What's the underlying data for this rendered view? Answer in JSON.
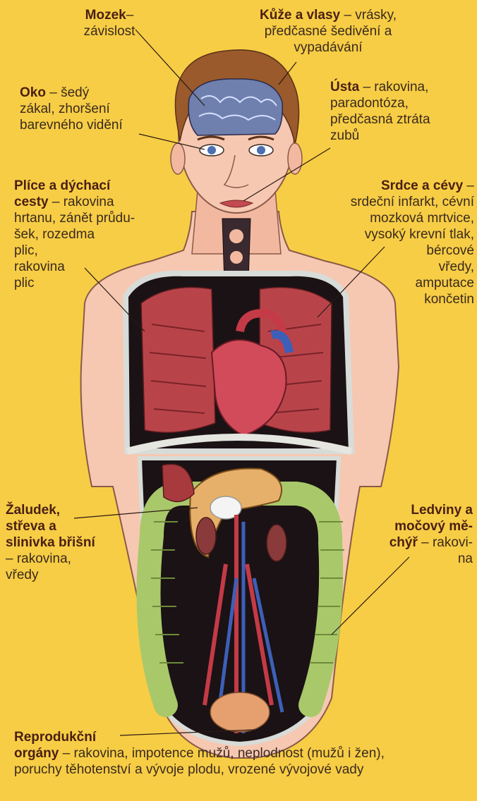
{
  "labels": {
    "mozek": {
      "title": "Mozek",
      "desc": "–\nzávislost"
    },
    "kuze": {
      "title": "Kůže a vlasy",
      "desc": " – vrásky,\npředčasné šedivění a\nvypadávání"
    },
    "oko": {
      "title": "Oko",
      "desc": " – šedý\nzákal, zhoršení\nbarevného vidění"
    },
    "usta": {
      "title": "Ústa",
      "desc": " – rakovina,\nparadontóza,\npředčasná ztráta\nzubů"
    },
    "plice": {
      "title": "Plíce a dýchací\ncesty",
      "desc": " – rakovina\nhrtanu, zánět průdu-\nšek, rozedma\nplic,\nrakovina\nplic"
    },
    "srdce": {
      "title": "Srdce a cévy",
      "desc": " –\nsrdeční infarkt, cévní\nmozková mrtvice,\nvysoký krevní tlak,\nbércové\nvředy,\namputace\nkončetin"
    },
    "zaludek": {
      "title": "Žaludek,\nstřeva a\nslinivka břišní",
      "desc": "\n– rakovina,\nvředy"
    },
    "ledviny": {
      "title": "Ledviny a\nmočový mě-\nchýř",
      "desc": " – rakovi-\nna"
    },
    "repro": {
      "title": "Reprodukční\norgány",
      "desc": " – rakovina, impotence mužů, neplodnost (mužů i žen),\nporuchy těhotenství a vývoje plodu, vrozené vývojové vady"
    }
  },
  "colors": {
    "background": "#f7cd45",
    "skin": "#f6c8b2",
    "hair": "#9a5a2c",
    "lung": "#b8444a",
    "heart": "#d24b5a",
    "intestine": "#a9c86a",
    "stomach": "#e6b06a",
    "cavity": "#1a1214"
  }
}
